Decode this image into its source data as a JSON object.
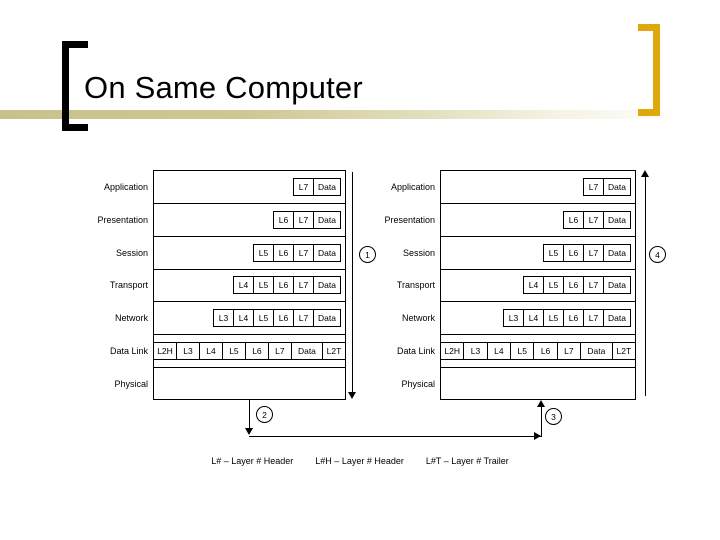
{
  "slide": {
    "title": "On Same Computer",
    "bracket_left_color": "#000000",
    "bracket_right_color": "#e0a80d",
    "gradient_bar_color": "#c8c28a"
  },
  "diagram": {
    "layers": [
      "Application",
      "Presentation",
      "Session",
      "Transport",
      "Network",
      "Data Link",
      "Physical"
    ],
    "pdus": [
      [
        "L7",
        "Data"
      ],
      [
        "L6",
        "L7",
        "Data"
      ],
      [
        "L5",
        "L6",
        "L7",
        "Data"
      ],
      [
        "L4",
        "L5",
        "L6",
        "L7",
        "Data"
      ],
      [
        "L3",
        "L4",
        "L5",
        "L6",
        "L7",
        "Data"
      ],
      [
        "L2H",
        "L3",
        "L4",
        "L5",
        "L6",
        "L7",
        "Data",
        "L2T"
      ],
      []
    ],
    "stacks": [
      {
        "id": "sender",
        "marker": "1",
        "direction": "down"
      },
      {
        "id": "receiver",
        "marker": "4",
        "direction": "up"
      }
    ],
    "markers": {
      "one": "1",
      "two": "2",
      "three": "3",
      "four": "4"
    }
  },
  "legend": {
    "items": [
      "L# – Layer # Header",
      "L#H – Layer # Header",
      "L#T – Layer # Trailer"
    ]
  }
}
